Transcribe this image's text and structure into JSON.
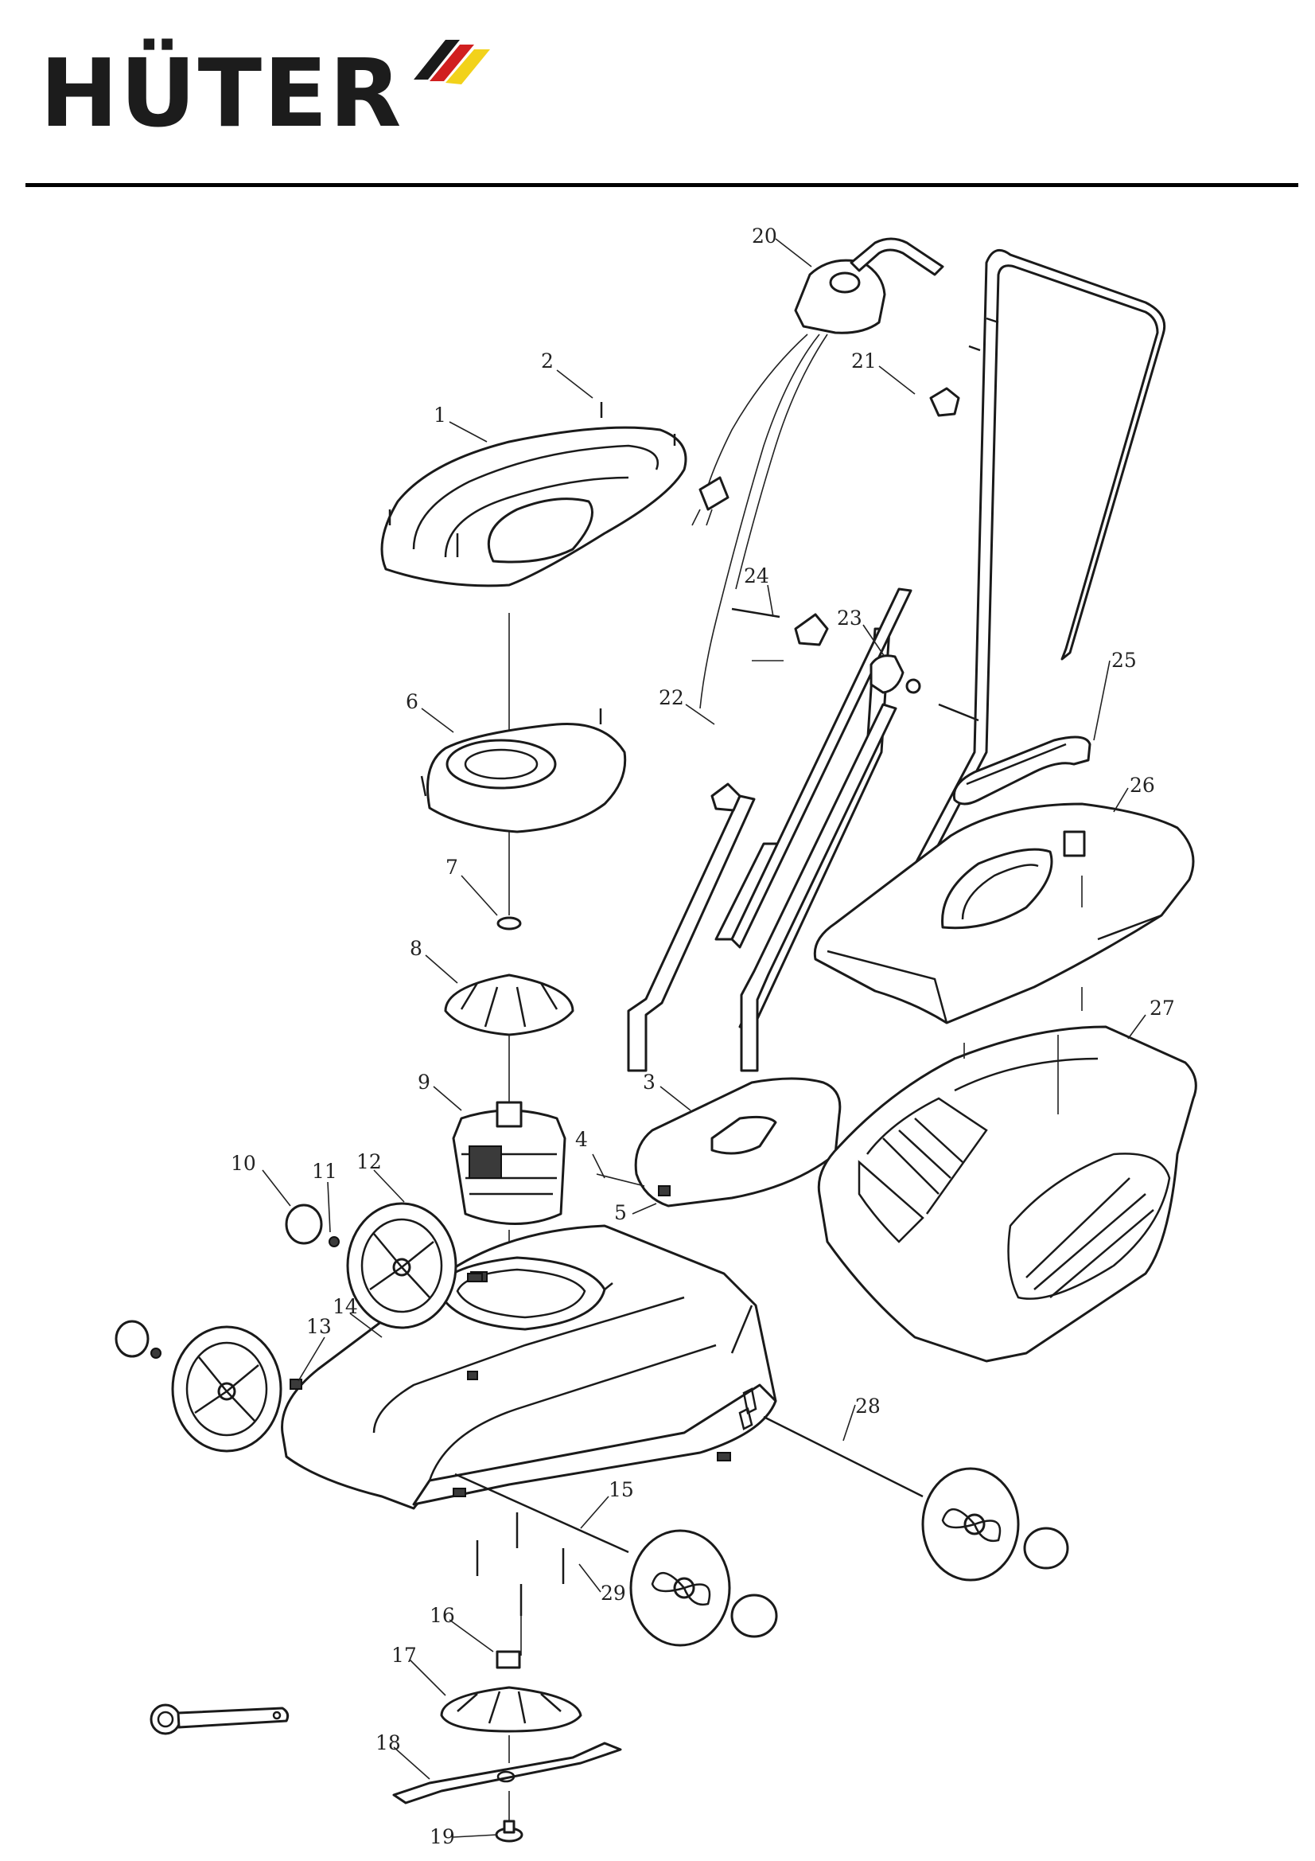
{
  "brand": {
    "name": "HÜTER",
    "flag_colors": [
      "#1a1a1a",
      "#d11f1f",
      "#f2d21b"
    ]
  },
  "callouts": [
    "1",
    "2",
    "3",
    "4",
    "5",
    "6",
    "7",
    "8",
    "9",
    "10",
    "11",
    "12",
    "13",
    "14",
    "15",
    "16",
    "17",
    "18",
    "19",
    "20",
    "21",
    "22",
    "23",
    "24",
    "25",
    "26",
    "27",
    "28",
    "29"
  ]
}
